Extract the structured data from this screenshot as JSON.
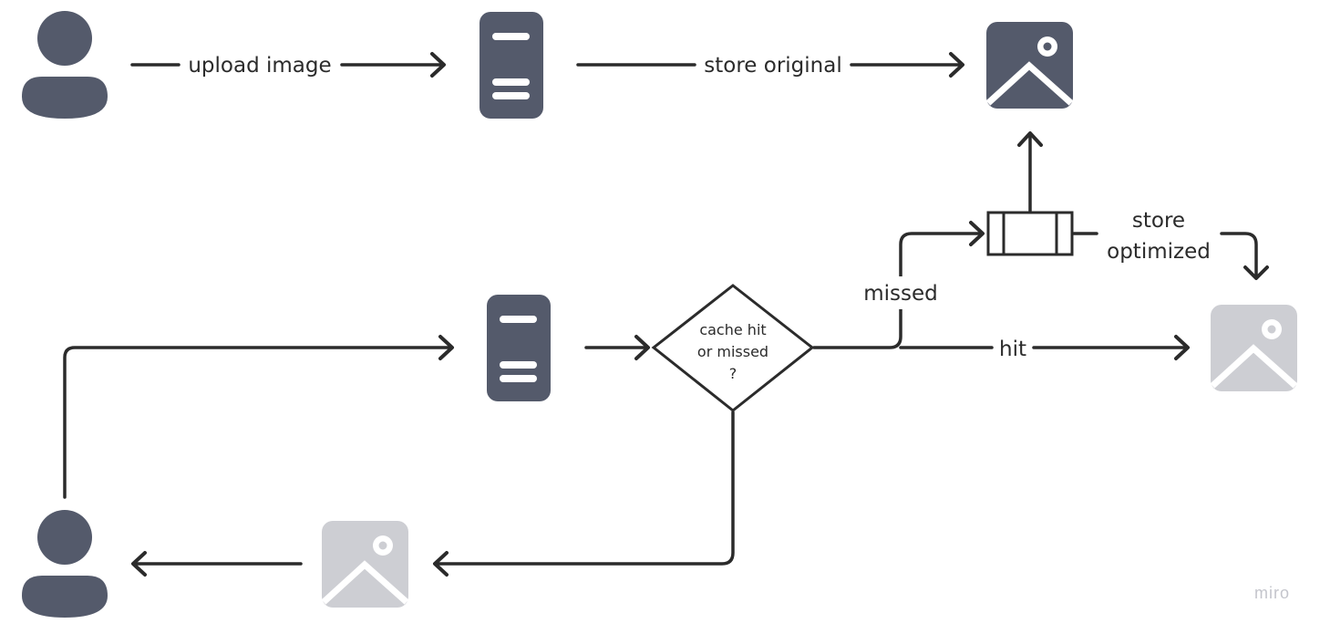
{
  "labels": {
    "upload_image": "upload image",
    "store_original": "store original",
    "store_optimized_line1": "store",
    "store_optimized_line2": "optimized",
    "missed": "missed",
    "hit": "hit",
    "decision_line1": "cache hit",
    "decision_line2": "or missed",
    "decision_line3": "?"
  },
  "watermark": "miro",
  "icons": [
    "user-icon",
    "server-icon",
    "image-icon",
    "queue-icon"
  ],
  "colors": {
    "icon_dark": "#545a6b",
    "icon_light": "#cdced3",
    "line": "#2b2b2b",
    "watermark": "#c4c5cc"
  }
}
